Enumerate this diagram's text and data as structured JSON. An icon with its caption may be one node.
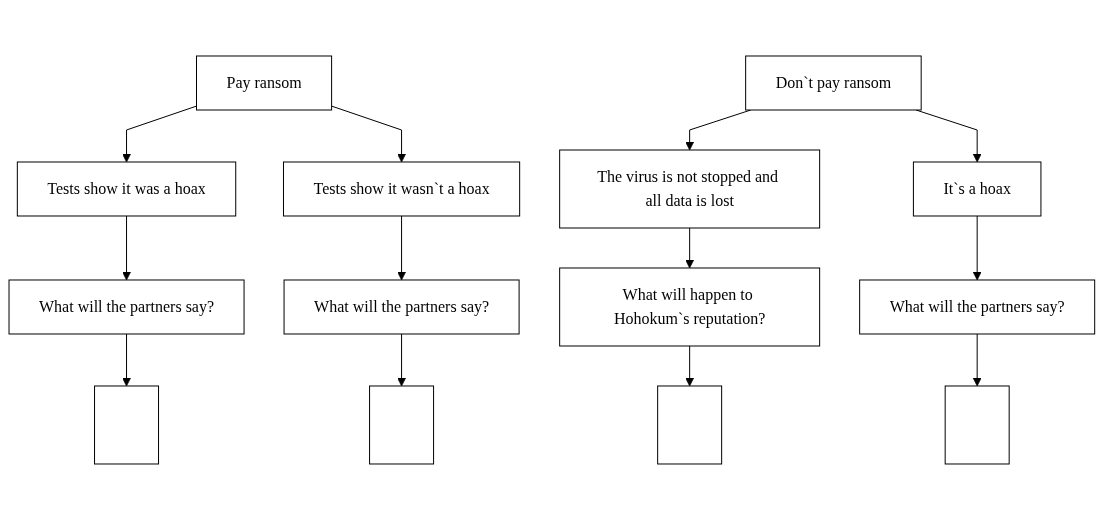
{
  "diagram": {
    "nodes": [
      {
        "text": [
          "Pay ransom"
        ]
      },
      {
        "text": [
          "Don`t pay ransom"
        ]
      },
      {
        "text": [
          "Tests show it was a hoax"
        ]
      },
      {
        "text": [
          "Tests show it wasn`t a hoax"
        ]
      },
      {
        "text": [
          "The virus is not stopped and all data is lost"
        ]
      },
      {
        "text": [
          "It`s a hoax"
        ]
      },
      {
        "text": [
          "What will the partners say?"
        ]
      },
      {
        "text": [
          "What will the partners say?"
        ]
      },
      {
        "text": [
          "What will happen to Hohokum`s reputation?"
        ]
      },
      {
        "text": [
          "What will the partners say?"
        ]
      },
      {
        "text": [],
        "shape": "box"
      },
      {
        "text": [],
        "shape": "box"
      },
      {
        "text": [],
        "shape": "box"
      },
      {
        "text": [],
        "shape": "box"
      }
    ],
    "edges": [
      {
        "from": 0,
        "to": 2,
        "arrow": "to"
      },
      {
        "from": 0,
        "to": 3,
        "arrow": "to"
      },
      {
        "from": 1,
        "to": 4,
        "arrow": "to"
      },
      {
        "from": 1,
        "to": 5,
        "arrow": "to"
      },
      {
        "from": 2,
        "to": 6,
        "arrow": "to"
      },
      {
        "from": 3,
        "to": 7,
        "arrow": "to"
      },
      {
        "from": 4,
        "to": 8,
        "arrow": "to"
      },
      {
        "from": 5,
        "to": 9,
        "arrow": "to"
      },
      {
        "from": 6,
        "to": 10,
        "arrow": "to"
      },
      {
        "from": 7,
        "to": 11,
        "arrow": "to"
      },
      {
        "from": 8,
        "to": 12,
        "arrow": "to"
      },
      {
        "from": 9,
        "to": 13,
        "arrow": "to"
      }
    ]
  }
}
